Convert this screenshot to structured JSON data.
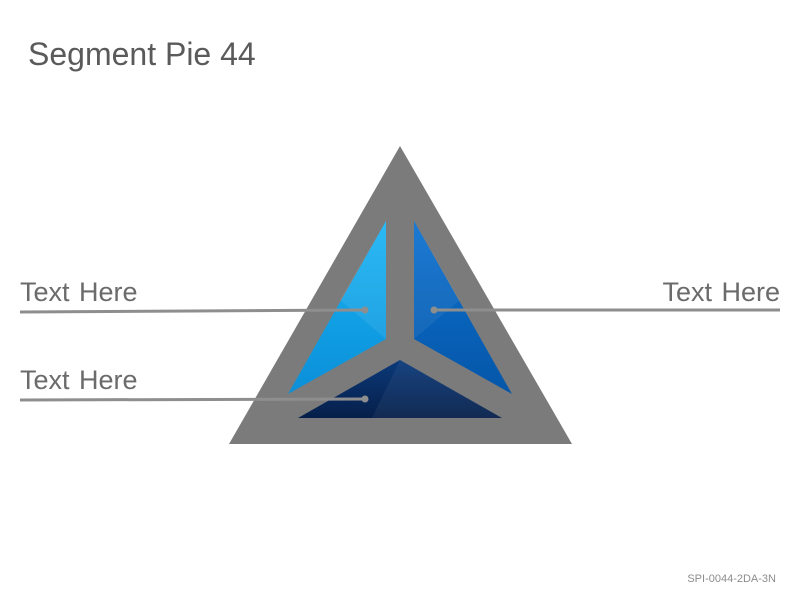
{
  "title": "Segment Pie 44",
  "labels": {
    "left_top": "Text Here",
    "left_bottom": "Text Here",
    "right": "Text Here"
  },
  "code": "SPI-0044-2DA-3N",
  "colors": {
    "frame": "#7b7b7b",
    "segment_left": "#10a8ee",
    "segment_right": "#0a64c0",
    "segment_bottom": "#0a2f68",
    "leader_line": "#8e8e8e"
  }
}
